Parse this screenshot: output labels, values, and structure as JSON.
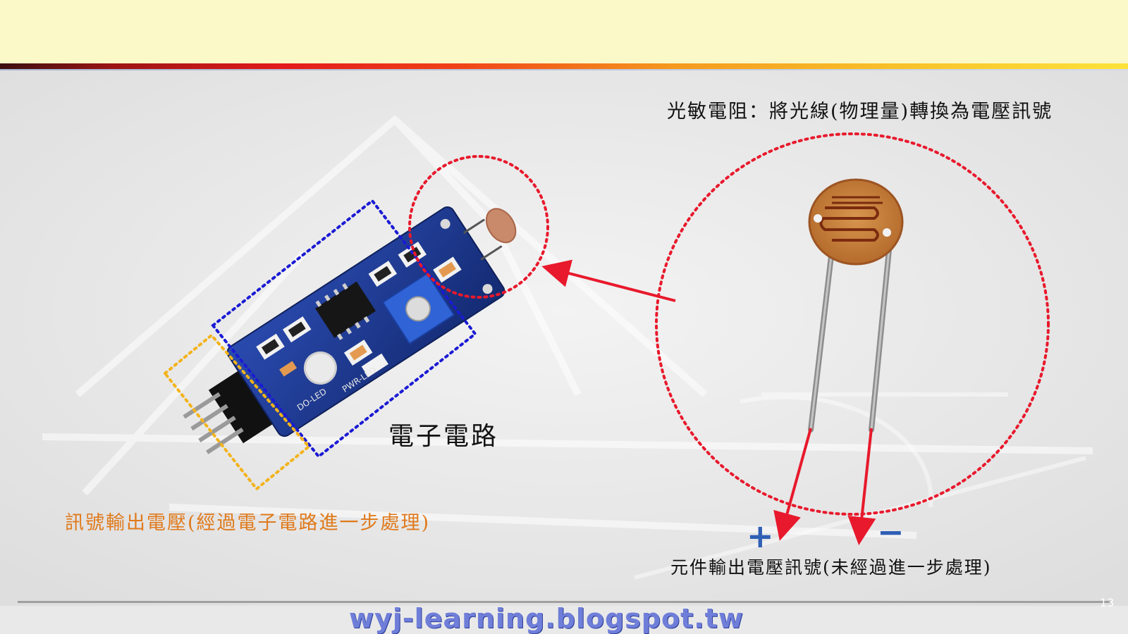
{
  "slide": {
    "title_line": "光敏電阻：將光線(物理量)轉換為電壓訊號",
    "circuit_label": "電子電路",
    "output_label_left": "訊號輸出電壓(經過電子電路進一步處理)",
    "output_label_right": "元件輸出電壓訊號(未經過進一步處理)",
    "plus_sign": "+",
    "minus_sign": "−",
    "module_pcb_label_do": "DO-LED",
    "module_pcb_label_pwr": "PWR-LED",
    "footer_url": "wyj-learning.blogspot.tw",
    "page_number": "13"
  },
  "colors": {
    "header_bg": "#fbf9c8",
    "callout_red": "#e8192c",
    "box_blue": "#1a1ad4",
    "box_orange": "#f3b31b",
    "label_orange": "#e07a1c",
    "sign_blue": "#2f5fb5",
    "pcb_blue": "#1e3a8e"
  },
  "icons": [
    "photoresistor-image",
    "sensor-module-image",
    "red-arrow-icon"
  ]
}
